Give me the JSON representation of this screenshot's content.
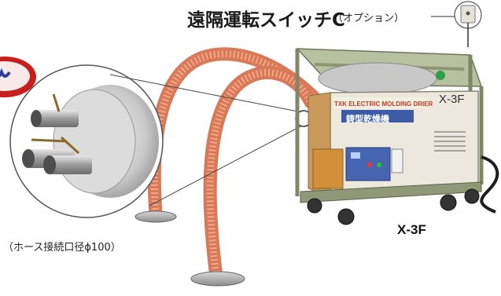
{
  "remote_switch": {
    "title": "遠隔運転スイッチC",
    "note": "（オプション）"
  },
  "machine": {
    "model_caption": "X-3F",
    "panel_model": "X-3F",
    "panel_brand": "TXK ELECTRIC MOLDING DRIER",
    "panel_product_name": "鋳型乾燥機"
  },
  "hose_detail": {
    "caption": "（ホース接続口径ϕ100）"
  },
  "colors": {
    "hose": "#e58f6c",
    "frame": "#a9b48e",
    "cabinet": "#e9e6dc",
    "panel_blue": "#3d5aa6",
    "accent_red": "#c23a1e"
  }
}
